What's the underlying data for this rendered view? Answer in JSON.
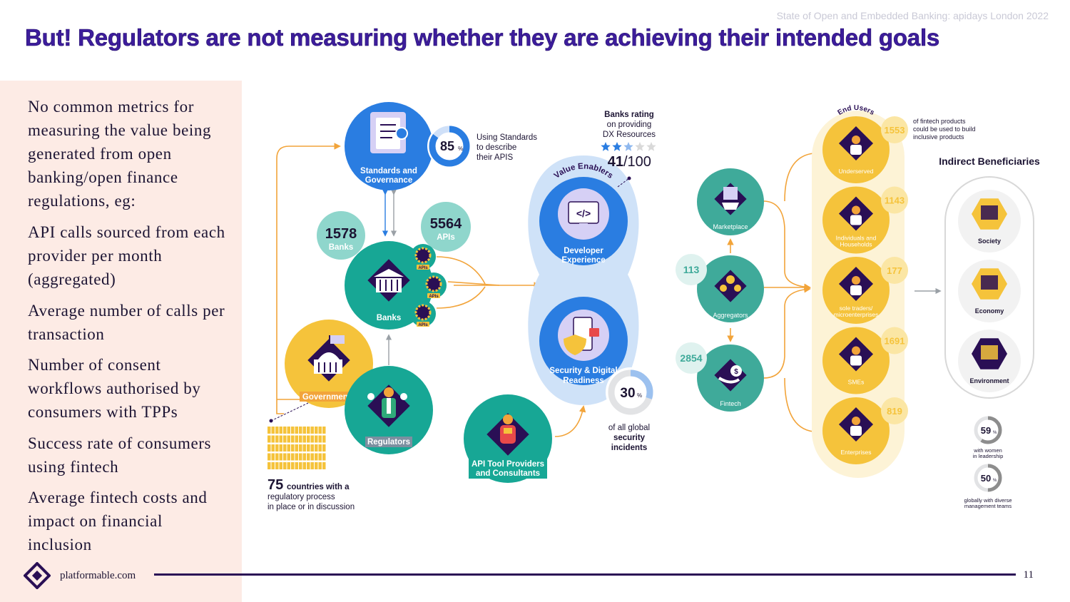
{
  "header": {
    "note": "State of Open and Embedded Banking: apidays London 2022",
    "title": "But! Regulators are not measuring whether they are achieving their intended goals"
  },
  "left_panel": {
    "paragraphs": [
      "No common metrics for measuring the value being generated from open banking/open finance regulations, eg:",
      "API calls sourced from each provider per month (aggregated)",
      "Average number of calls per transaction",
      "Number of consent workflows authorised by consumers with TPPs",
      "Success rate of consumers using fintech",
      "Average fintech costs and impact on financial inclusion"
    ]
  },
  "diagram": {
    "standards": {
      "label_1": "Standards and",
      "label_2": "Governance",
      "percent": "85",
      "percent_unit": "%",
      "percent_value": 85,
      "note_1": "Using Standards",
      "note_2": "to describe",
      "note_3": "their APIS"
    },
    "banks_count": {
      "value": "1578",
      "label": "Banks"
    },
    "apis_count": {
      "value": "5564",
      "label": "APIs"
    },
    "banks": {
      "label": "Banks",
      "api_badge": "APIs"
    },
    "governments": {
      "label": "Governments"
    },
    "regulators": {
      "label": "Regulators"
    },
    "countries": {
      "value": "75",
      "line_1": "countries with a",
      "line_2": "regulatory process",
      "line_3": "in place or in discussion"
    },
    "api_tool": {
      "label_1": "API Tool Providers",
      "label_2": "and Consultants"
    },
    "value_enablers": {
      "label": "Value Enablers"
    },
    "developer": {
      "label_1": "Developer",
      "label_2": "Experience",
      "code": "</>"
    },
    "security": {
      "label_1": "Security & Digital",
      "label_2": "Readiness",
      "percent": "30",
      "percent_unit": "%",
      "percent_value": 30,
      "note_1": "of all global",
      "note_2": "security",
      "note_3": "incidents"
    },
    "banks_rating": {
      "line_1": "Banks rating",
      "line_2": "on providing",
      "line_3": "DX Resources",
      "score": "41",
      "score_total": "/100",
      "stars_filled": 2.5,
      "stars_total": 5
    },
    "marketplace": {
      "label": "Marketplace"
    },
    "aggregators": {
      "label": "Aggregators",
      "count": "113"
    },
    "fintech": {
      "label": "Fintech",
      "count": "2854"
    },
    "end_users": {
      "title": "End Users",
      "note_1": "of fintech products",
      "note_2": "could be used to build",
      "note_3": "inclusive products",
      "groups": [
        {
          "label_1": "Underserved",
          "label_2": "",
          "count": "1553"
        },
        {
          "label_1": "Individuals and",
          "label_2": "Households",
          "count": "1143"
        },
        {
          "label_1": "sole traders/",
          "label_2": "microenterprises",
          "count": "177"
        },
        {
          "label_1": "SMEs",
          "label_2": "",
          "count": "1691"
        },
        {
          "label_1": "Enterprises",
          "label_2": "",
          "count": "819"
        }
      ]
    },
    "indirect": {
      "title": "Indirect Beneficiaries",
      "items": [
        "Society",
        "Economy",
        "Environment"
      ],
      "women": {
        "percent": "59",
        "unit": "%",
        "percent_value": 59,
        "line_1": "with women",
        "line_2": "in leadership"
      },
      "diverse": {
        "percent": "50",
        "unit": "%",
        "percent_value": 50,
        "line_1": "globally with diverse",
        "line_2": "management teams"
      }
    }
  },
  "footer": {
    "brand": "platformable.com",
    "page": "11"
  },
  "colors": {
    "title": "#3d1d9c",
    "teal": "#17a795",
    "blue": "#2a7de1",
    "yellow": "#f5c33b",
    "navy": "#2a0f55",
    "panel": "#fdebe5"
  }
}
